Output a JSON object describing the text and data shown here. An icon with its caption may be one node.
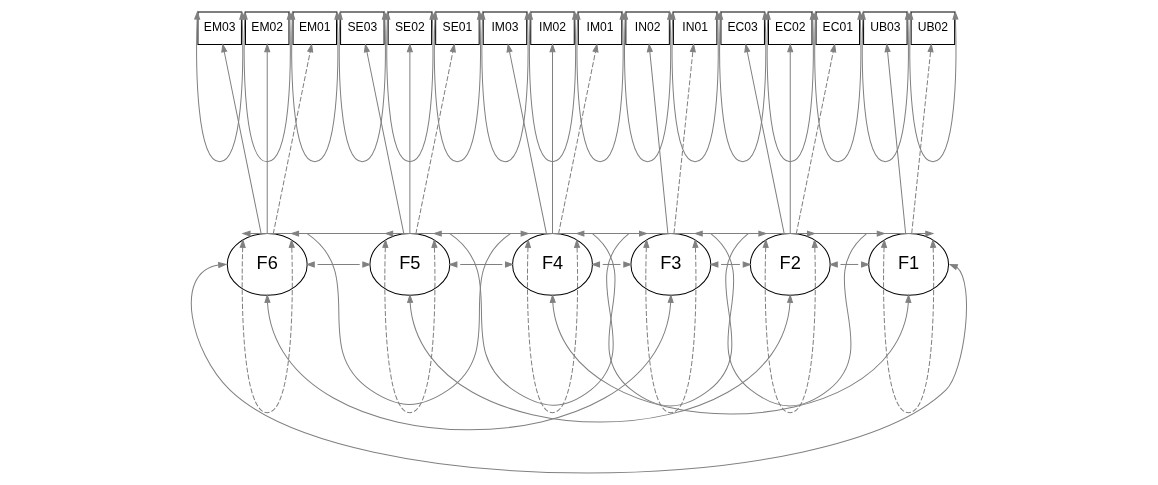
{
  "diagram": {
    "nodes": [
      {
        "text": [
          "EM03"
        ]
      },
      {
        "text": [
          "EM02"
        ]
      },
      {
        "text": [
          "EM01"
        ]
      },
      {
        "text": [
          "SE03"
        ]
      },
      {
        "text": [
          "SE02"
        ]
      },
      {
        "text": [
          "SE01"
        ]
      },
      {
        "text": [
          "IM03"
        ]
      },
      {
        "text": [
          "IM02"
        ]
      },
      {
        "text": [
          "IM01"
        ]
      },
      {
        "text": [
          "IN02"
        ]
      },
      {
        "text": [
          "IN01"
        ]
      },
      {
        "text": [
          "EC03"
        ]
      },
      {
        "text": [
          "EC02"
        ]
      },
      {
        "text": [
          "EC01"
        ]
      },
      {
        "text": [
          "UB03"
        ]
      },
      {
        "text": [
          "UB02"
        ]
      },
      {
        "text": [
          "F6"
        ]
      },
      {
        "text": [
          "F5"
        ]
      },
      {
        "text": [
          "F4"
        ]
      },
      {
        "text": [
          "F3"
        ]
      },
      {
        "text": [
          "F2"
        ]
      },
      {
        "text": [
          "F1"
        ]
      }
    ],
    "edges": [
      {
        "from": 16,
        "to": 0,
        "arrow": "to"
      },
      {
        "from": 16,
        "to": 1,
        "arrow": "to"
      },
      {
        "from": 16,
        "to": 2,
        "arrow": "to",
        "style": "dashed"
      },
      {
        "from": 17,
        "to": 3,
        "arrow": "to"
      },
      {
        "from": 17,
        "to": 4,
        "arrow": "to"
      },
      {
        "from": 17,
        "to": 5,
        "arrow": "to",
        "style": "dashed"
      },
      {
        "from": 18,
        "to": 6,
        "arrow": "to"
      },
      {
        "from": 18,
        "to": 7,
        "arrow": "to"
      },
      {
        "from": 18,
        "to": 8,
        "arrow": "to",
        "style": "dashed"
      },
      {
        "from": 19,
        "to": 9,
        "arrow": "to"
      },
      {
        "from": 19,
        "to": 10,
        "arrow": "to",
        "style": "dashed"
      },
      {
        "from": 20,
        "to": 11,
        "arrow": "to"
      },
      {
        "from": 20,
        "to": 12,
        "arrow": "to"
      },
      {
        "from": 20,
        "to": 13,
        "arrow": "to",
        "style": "dashed"
      },
      {
        "from": 21,
        "to": 14,
        "arrow": "to"
      },
      {
        "from": 21,
        "to": 15,
        "arrow": "to",
        "style": "dashed"
      },
      {
        "from": 0,
        "to": 0,
        "arrow": "both"
      },
      {
        "from": 1,
        "to": 1,
        "arrow": "both"
      },
      {
        "from": 2,
        "to": 2,
        "arrow": "both"
      },
      {
        "from": 3,
        "to": 3,
        "arrow": "both"
      },
      {
        "from": 4,
        "to": 4,
        "arrow": "both"
      },
      {
        "from": 5,
        "to": 5,
        "arrow": "both"
      },
      {
        "from": 6,
        "to": 6,
        "arrow": "both"
      },
      {
        "from": 7,
        "to": 7,
        "arrow": "both"
      },
      {
        "from": 8,
        "to": 8,
        "arrow": "both"
      },
      {
        "from": 9,
        "to": 9,
        "arrow": "both"
      },
      {
        "from": 10,
        "to": 10,
        "arrow": "both"
      },
      {
        "from": 11,
        "to": 11,
        "arrow": "both"
      },
      {
        "from": 12,
        "to": 12,
        "arrow": "both"
      },
      {
        "from": 13,
        "to": 13,
        "arrow": "both"
      },
      {
        "from": 14,
        "to": 14,
        "arrow": "both"
      },
      {
        "from": 15,
        "to": 15,
        "arrow": "both"
      },
      {
        "from": 16,
        "to": 16,
        "arrow": "both",
        "style": "dashed"
      },
      {
        "from": 17,
        "to": 17,
        "arrow": "both",
        "style": "dashed"
      },
      {
        "from": 18,
        "to": 18,
        "arrow": "both",
        "style": "dashed"
      },
      {
        "from": 19,
        "to": 19,
        "arrow": "both",
        "style": "dashed"
      },
      {
        "from": 20,
        "to": 20,
        "arrow": "both",
        "style": "dashed"
      },
      {
        "from": 21,
        "to": 21,
        "arrow": "both",
        "style": "dashed"
      },
      {
        "from": 16,
        "to": 17,
        "arrow": "both"
      },
      {
        "from": 16,
        "to": 18,
        "arrow": "both"
      },
      {
        "from": 16,
        "to": 19,
        "arrow": "both"
      },
      {
        "from": 16,
        "to": 20,
        "arrow": "both"
      },
      {
        "from": 16,
        "to": 21,
        "arrow": "both"
      },
      {
        "from": 17,
        "to": 18,
        "arrow": "both"
      },
      {
        "from": 17,
        "to": 19,
        "arrow": "both"
      },
      {
        "from": 17,
        "to": 20,
        "arrow": "both"
      },
      {
        "from": 17,
        "to": 21,
        "arrow": "both"
      },
      {
        "from": 18,
        "to": 19,
        "arrow": "both"
      },
      {
        "from": 18,
        "to": 20,
        "arrow": "both"
      },
      {
        "from": 18,
        "to": 21,
        "arrow": "both"
      },
      {
        "from": 19,
        "to": 20,
        "arrow": "both"
      },
      {
        "from": 19,
        "to": 21,
        "arrow": "both"
      },
      {
        "from": 20,
        "to": 21,
        "arrow": "both"
      }
    ]
  }
}
